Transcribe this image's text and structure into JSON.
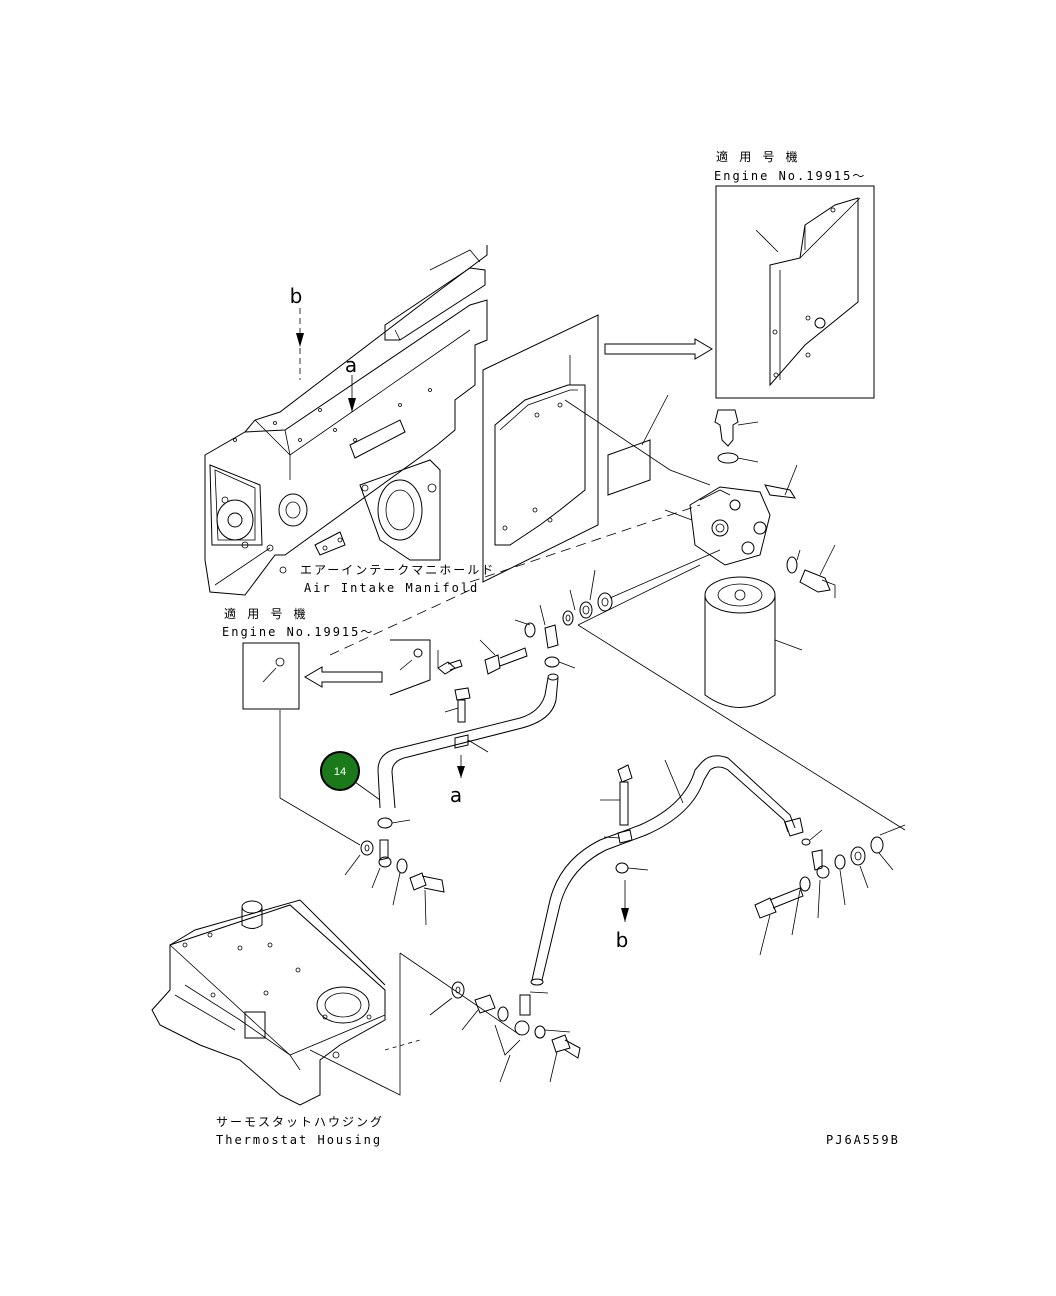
{
  "labels": {
    "applicable_jp_top": "適 用 号 機",
    "engine_no_top": "Engine No.19915～",
    "applicable_jp_left": "適 用 号 機",
    "engine_no_left": "Engine No.19915～",
    "air_intake_jp": "エアーインテークマニホールド",
    "air_intake_en": "Air Intake Manifold",
    "thermostat_jp": "サーモスタットハウジング",
    "thermostat_en": "Thermostat Housing",
    "drawing_code": "PJ6A559B"
  },
  "view_letters": {
    "b_top": "b",
    "a_top": "a",
    "a_mid": "a",
    "b_bottom": "b"
  },
  "callout": {
    "number": "14",
    "color": "#1a7a1a"
  }
}
